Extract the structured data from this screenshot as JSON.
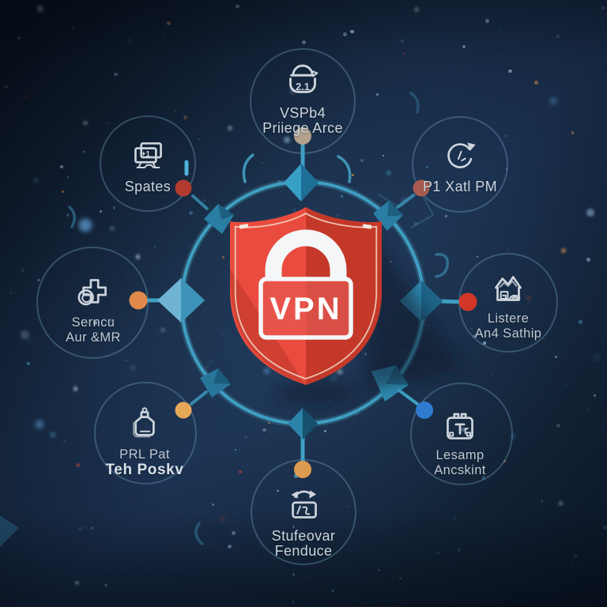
{
  "title": "VPN security network infographic",
  "center": {
    "shield_label": "VPN"
  },
  "badge": {
    "device_version": "2.1",
    "monitor_plus": "+1"
  },
  "nodes": [
    {
      "id": "top",
      "icon": "vpn-device-icon",
      "line1": "VSPb4",
      "line2": "Priiege Arce"
    },
    {
      "id": "top-right",
      "icon": "sync-clock-icon",
      "line1": "P1 Xatl PM",
      "line2": ""
    },
    {
      "id": "right",
      "icon": "smart-home-icon",
      "line1": "Listere",
      "line2": "An4 Sathip"
    },
    {
      "id": "bottom-right",
      "icon": "briefcase-icon",
      "line1": "Lesamp",
      "line2": "Ancskint"
    },
    {
      "id": "bottom",
      "icon": "sync-card-icon",
      "line1": "Stufeovar",
      "line2": "Fenduce"
    },
    {
      "id": "bottom-left",
      "icon": "tag-icon",
      "line1": "PRL Pat",
      "line2": "Teh Poskv"
    },
    {
      "id": "left",
      "icon": "medical-plus-icon",
      "line1": "Serncu",
      "line2": "Aur &MR"
    },
    {
      "id": "top-left",
      "icon": "monitors-icon",
      "line1": "Spates",
      "line2": ""
    }
  ],
  "colors": {
    "background": "#16283f",
    "ring": "#3f9fc2",
    "shield_red": "#e94c3e",
    "shield_red_dark": "#c43829",
    "lock_body": "#e8544a",
    "dot_red": "#d2372a",
    "dot_dark_red": "#b23b2f",
    "dot_brick": "#a85a50",
    "dot_orange": "#e0894b",
    "dot_amber": "#e6a759",
    "dot_tan": "#b2a28c",
    "dot_blue": "#2f7bd0",
    "icon_stroke": "#d8dee5",
    "label_text": "#bfc9d3"
  }
}
